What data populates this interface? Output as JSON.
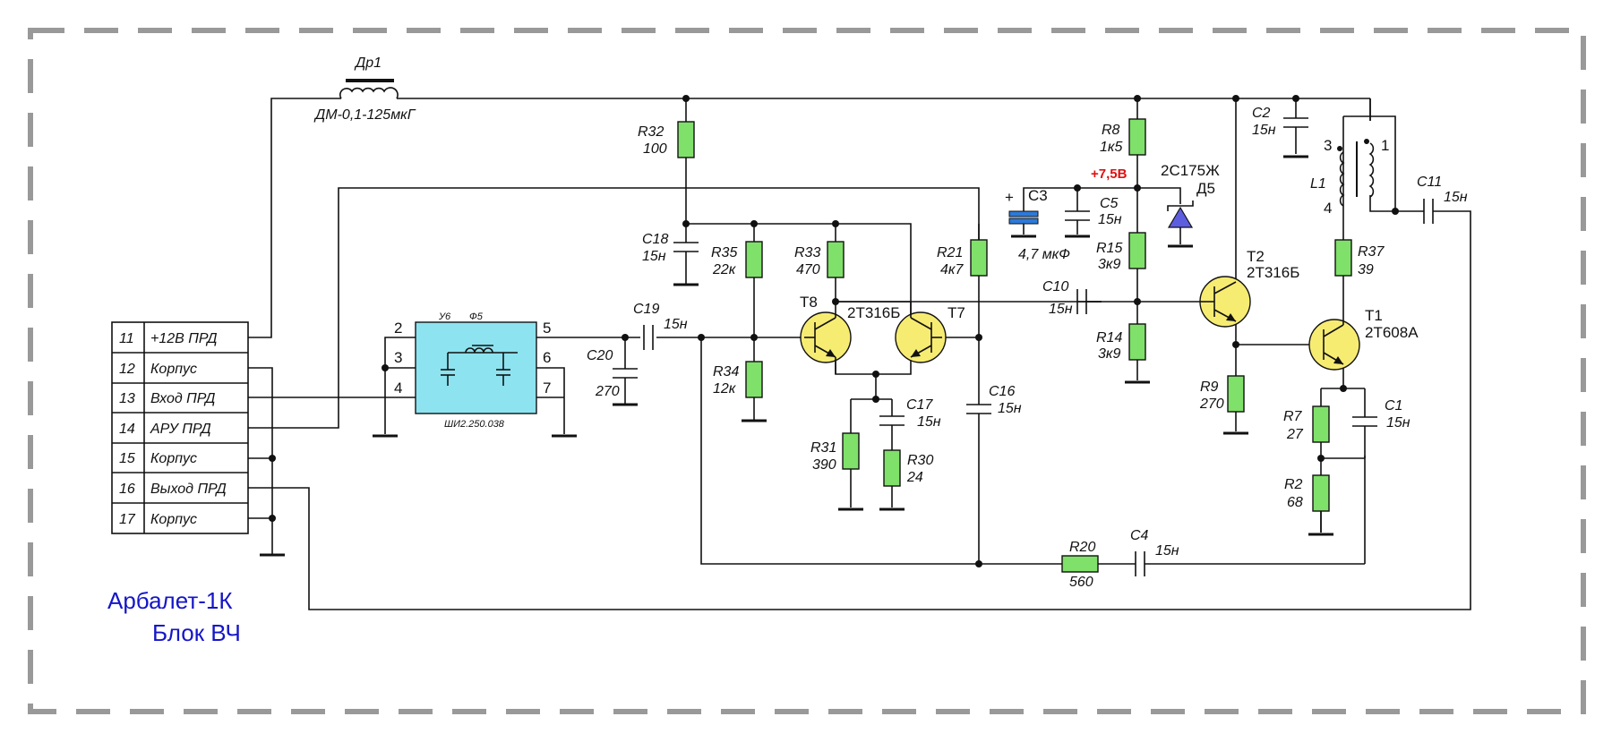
{
  "title": {
    "line1": "Арбалет-1К",
    "line2": "Блок ВЧ"
  },
  "connector": [
    {
      "pin": "11",
      "label": "+12В ПРД"
    },
    {
      "pin": "12",
      "label": "Корпус"
    },
    {
      "pin": "13",
      "label": "Вход ПРД"
    },
    {
      "pin": "14",
      "label": "АРУ ПРД"
    },
    {
      "pin": "15",
      "label": "Корпус"
    },
    {
      "pin": "16",
      "label": "Выход ПРД"
    },
    {
      "pin": "17",
      "label": "Корпус"
    }
  ],
  "choke": {
    "ref": "Др1",
    "value": "ДМ-0,1-125мкГ"
  },
  "filter": {
    "ref": "У6",
    "name": "Ф5",
    "part": "ШИ2.250.038",
    "pins": [
      "2",
      "3",
      "4",
      "5",
      "6",
      "7"
    ]
  },
  "resistors": [
    {
      "ref": "R32",
      "value": "100"
    },
    {
      "ref": "R35",
      "value": "22к"
    },
    {
      "ref": "R33",
      "value": "470"
    },
    {
      "ref": "R21",
      "value": "4к7"
    },
    {
      "ref": "R34",
      "value": "12к"
    },
    {
      "ref": "R31",
      "value": "390"
    },
    {
      "ref": "R30",
      "value": "24"
    },
    {
      "ref": "R8",
      "value": "1к5"
    },
    {
      "ref": "R15",
      "value": "3к9"
    },
    {
      "ref": "R14",
      "value": "3к9"
    },
    {
      "ref": "R9",
      "value": "270"
    },
    {
      "ref": "R37",
      "value": "39"
    },
    {
      "ref": "R7",
      "value": "27"
    },
    {
      "ref": "R2",
      "value": "68"
    },
    {
      "ref": "R20",
      "value": "560"
    }
  ],
  "capacitors": [
    {
      "ref": "C18",
      "value": "15н"
    },
    {
      "ref": "C19",
      "value": "15н"
    },
    {
      "ref": "C20",
      "value": "270"
    },
    {
      "ref": "C17",
      "value": "15н"
    },
    {
      "ref": "C16",
      "value": "15н"
    },
    {
      "ref": "C3",
      "value": "4,7 мкФ"
    },
    {
      "ref": "C5",
      "value": "15н"
    },
    {
      "ref": "C10",
      "value": "15н"
    },
    {
      "ref": "C2",
      "value": "15н"
    },
    {
      "ref": "C11",
      "value": "15н"
    },
    {
      "ref": "C1",
      "value": "15н"
    },
    {
      "ref": "C4",
      "value": "15н"
    }
  ],
  "transistors": [
    {
      "ref": "T8",
      "type": "2Т316Б"
    },
    {
      "ref": "T7",
      "type": ""
    },
    {
      "ref": "T2",
      "type": "2Т316Б"
    },
    {
      "ref": "T1",
      "type": "2Т608А"
    }
  ],
  "zener": {
    "ref": "Д5",
    "type": "2С175Ж"
  },
  "voltage_label": "+7,5В",
  "polarity_mark": "+",
  "coil": {
    "ref": "L1",
    "pins": [
      "3",
      "1",
      "4"
    ]
  },
  "colors": {
    "resistor": "#7fe06a",
    "transistor": "#f7ec72",
    "filter": "#8de3f0",
    "title": "#1515c8",
    "voltage": "#e01010",
    "frame": "#999999"
  }
}
